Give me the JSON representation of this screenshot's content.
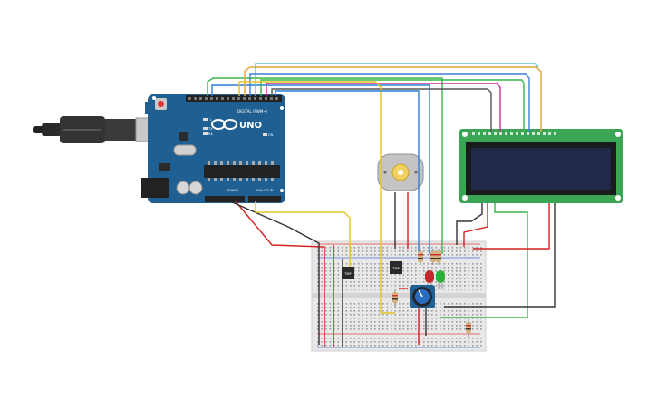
{
  "arduino": {
    "logo_text": "UNO",
    "digital_label": "DIGITAL (PWM~)",
    "power_label": "POWER",
    "analog_label": "ANALOG IN",
    "led_labels": [
      "L",
      "TX",
      "RX"
    ],
    "on_label": "ON"
  },
  "breadboard": {
    "sensor_label_1": "TMP",
    "sensor_label_2": "TMP"
  },
  "colors": {
    "board_blue": "#1f5f91",
    "lcd_green": "#3aa655",
    "lcd_screen": "#20294a",
    "wire_red": "#d62020",
    "wire_black": "#333333",
    "wire_yellow": "#e6c51f",
    "wire_green": "#3ab54a",
    "wire_orange": "#e8a33a",
    "wire_magenta": "#c2339b",
    "wire_cyan": "#5bc0d6",
    "wire_blue": "#2d7fd0"
  }
}
